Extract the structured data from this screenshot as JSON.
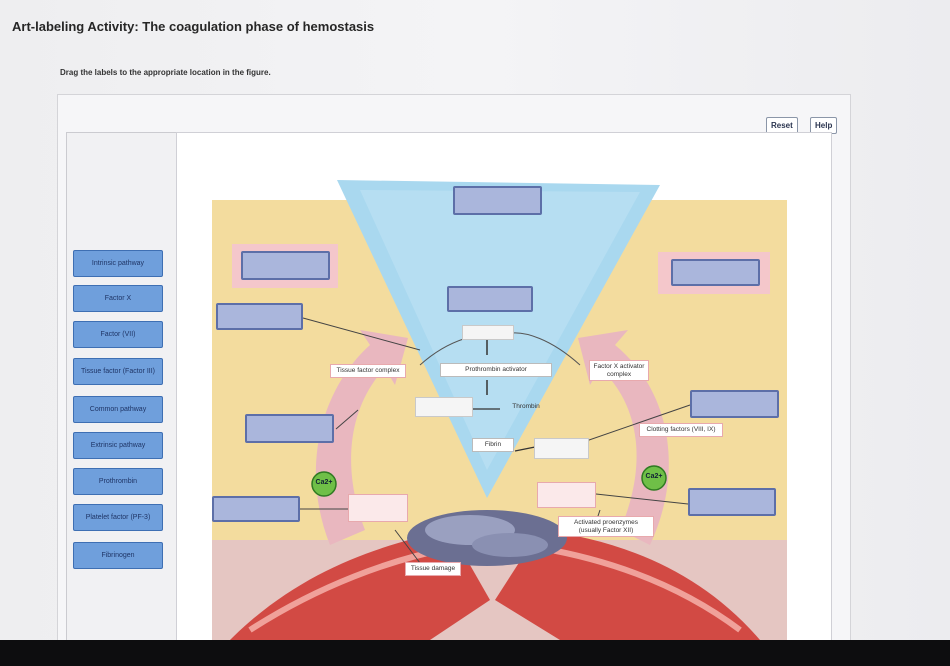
{
  "title": "Art-labeling Activity: The coagulation phase of hemostasis",
  "instruction": "Drag the labels to the appropriate location in the figure.",
  "buttons": {
    "reset": "Reset",
    "help": "Help"
  },
  "labels": [
    "Intrinsic pathway",
    "Factor X",
    "Factor (VII)",
    "Tissue factor (Factor III)",
    "Common pathway",
    "Extrinsic pathway",
    "Prothrombin",
    "Platelet factor (PF-3)",
    "Fibrinogen"
  ],
  "figure": {
    "tissue_factor_complex": "Tissue factor complex",
    "prothrombin_activator": "Prothrombin activator",
    "thrombin": "Thrombin",
    "fibrin": "Fibrin",
    "factor_x_activator_complex": "Factor X activator complex",
    "clotting_factors": "Clotting factors (VIII, IX)",
    "activated_proenzymes": "Activated proenzymes (usually Factor XII)",
    "tissue_damage": "Tissue damage",
    "calcium": "Ca2+"
  },
  "colors": {
    "chip": "#6f9fdc",
    "drop_target": "#aab6dc",
    "funnel": "#a9d8ef",
    "background_left": "#f3dc9e",
    "arrow": "#e9b7bf"
  }
}
